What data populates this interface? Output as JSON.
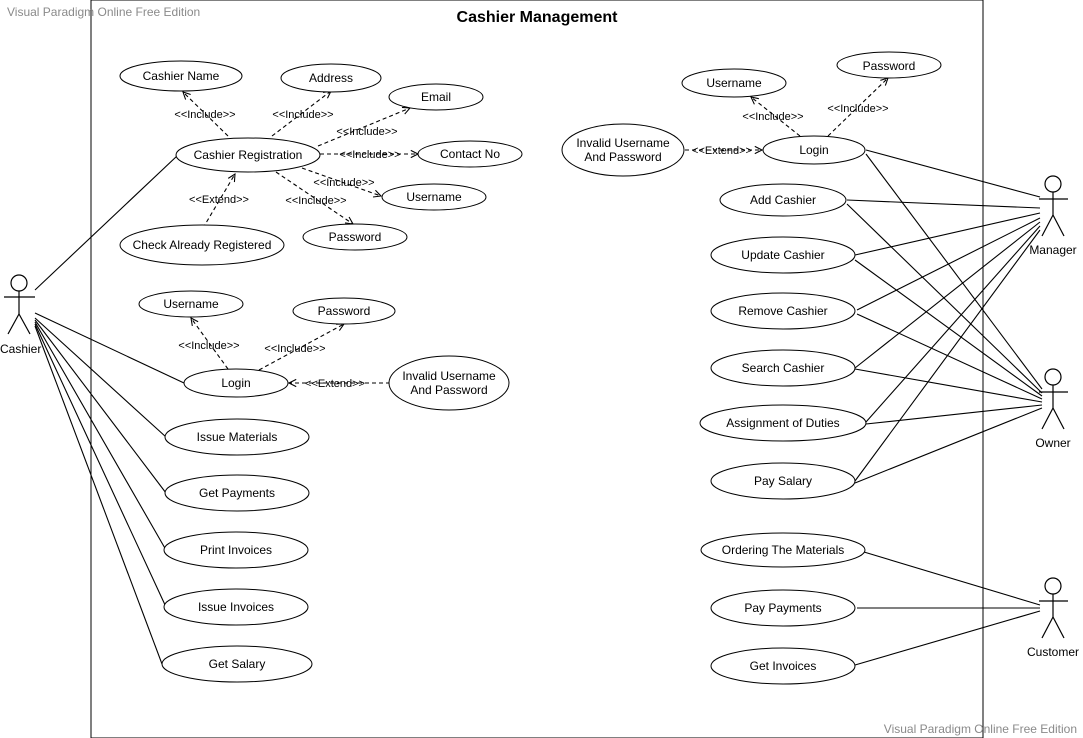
{
  "watermark_top": "Visual Paradigm Online Free Edition",
  "watermark_bottom": "Visual Paradigm Online Free Edition",
  "title": "Cashier Management",
  "actors": {
    "cashier": "Cashier",
    "manager": "Manager",
    "owner": "Owner",
    "customer": "Customer"
  },
  "usecases": {
    "cashier_name": "Cashier Name",
    "address": "Address",
    "email": "Email",
    "cashier_registration": "Cashier Registration",
    "contact_no": "Contact No",
    "username_reg": "Username",
    "password_reg": "Password",
    "check_already_registered": "Check Already Registered",
    "username_login_c": "Username",
    "password_login_c": "Password",
    "login_c": "Login",
    "invalid_c_1": "Invalid Username",
    "invalid_c_2": "And Password",
    "issue_materials": "Issue Materials",
    "get_payments": "Get Payments",
    "print_invoices": "Print Invoices",
    "issue_invoices": "Issue Invoices",
    "get_salary": "Get Salary",
    "username_m": "Username",
    "password_m": "Password",
    "invalid_m_1": "Invalid Username",
    "invalid_m_2": "And Password",
    "login_m": "Login",
    "add_cashier": "Add Cashier",
    "update_cashier": "Update Cashier",
    "remove_cashier": "Remove Cashier",
    "search_cashier": "Search Cashier",
    "assignment_of_duties": "Assignment of Duties",
    "pay_salary": "Pay Salary",
    "ordering_materials": "Ordering The Materials",
    "pay_payments": "Pay Payments",
    "get_invoices": "Get Invoices"
  },
  "stereotypes": {
    "include": "<<Include>>",
    "extend": "<<Extend>>"
  }
}
